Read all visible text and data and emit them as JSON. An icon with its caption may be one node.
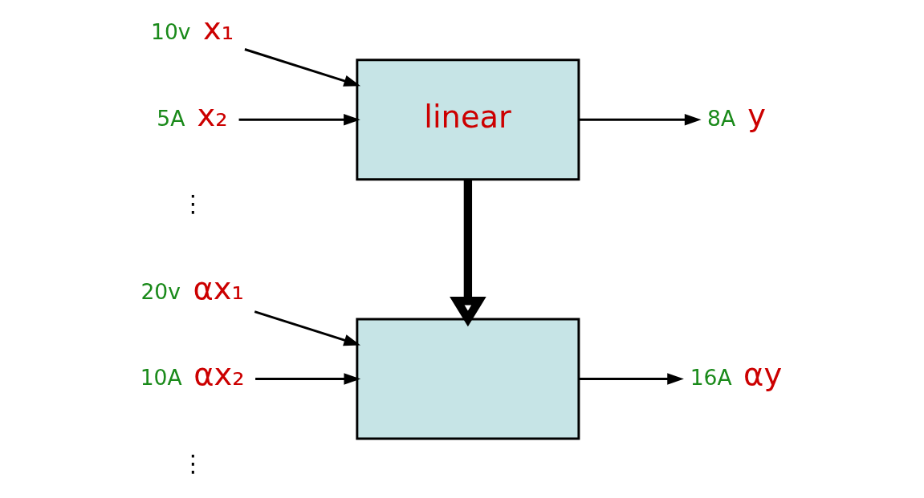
{
  "diagram": {
    "nodes": [
      {
        "text": [
          "x₁"
        ],
        "beside": [
          "10v"
        ]
      },
      {
        "text": [
          "x₂"
        ],
        "beside": [
          "5A"
        ]
      },
      {
        "text": [
          "linear"
        ]
      },
      {
        "text": [
          "y"
        ],
        "beside": [
          "8A"
        ]
      },
      {
        "text": [
          "αx₁"
        ],
        "beside": [
          "20v"
        ]
      },
      {
        "text": [
          "αx₂"
        ],
        "beside": [
          "10A"
        ]
      },
      {
        "text": [],
        "shape": "box"
      },
      {
        "text": [
          "αy"
        ],
        "beside": [
          "16A"
        ]
      }
    ],
    "edges": [
      {
        "from": 0,
        "to": 2,
        "arrow": "to"
      },
      {
        "from": 1,
        "to": 2,
        "arrow": "to"
      },
      {
        "from": 2,
        "to": 3,
        "arrow": "to"
      },
      {
        "from": 2,
        "to": 6,
        "arrow": "to",
        "style": "thick"
      },
      {
        "from": 4,
        "to": 6,
        "arrow": "to"
      },
      {
        "from": 5,
        "to": 6,
        "arrow": "to"
      },
      {
        "from": 6,
        "to": 7,
        "arrow": "to"
      }
    ],
    "labels": [
      "⋮",
      "⋮"
    ]
  }
}
